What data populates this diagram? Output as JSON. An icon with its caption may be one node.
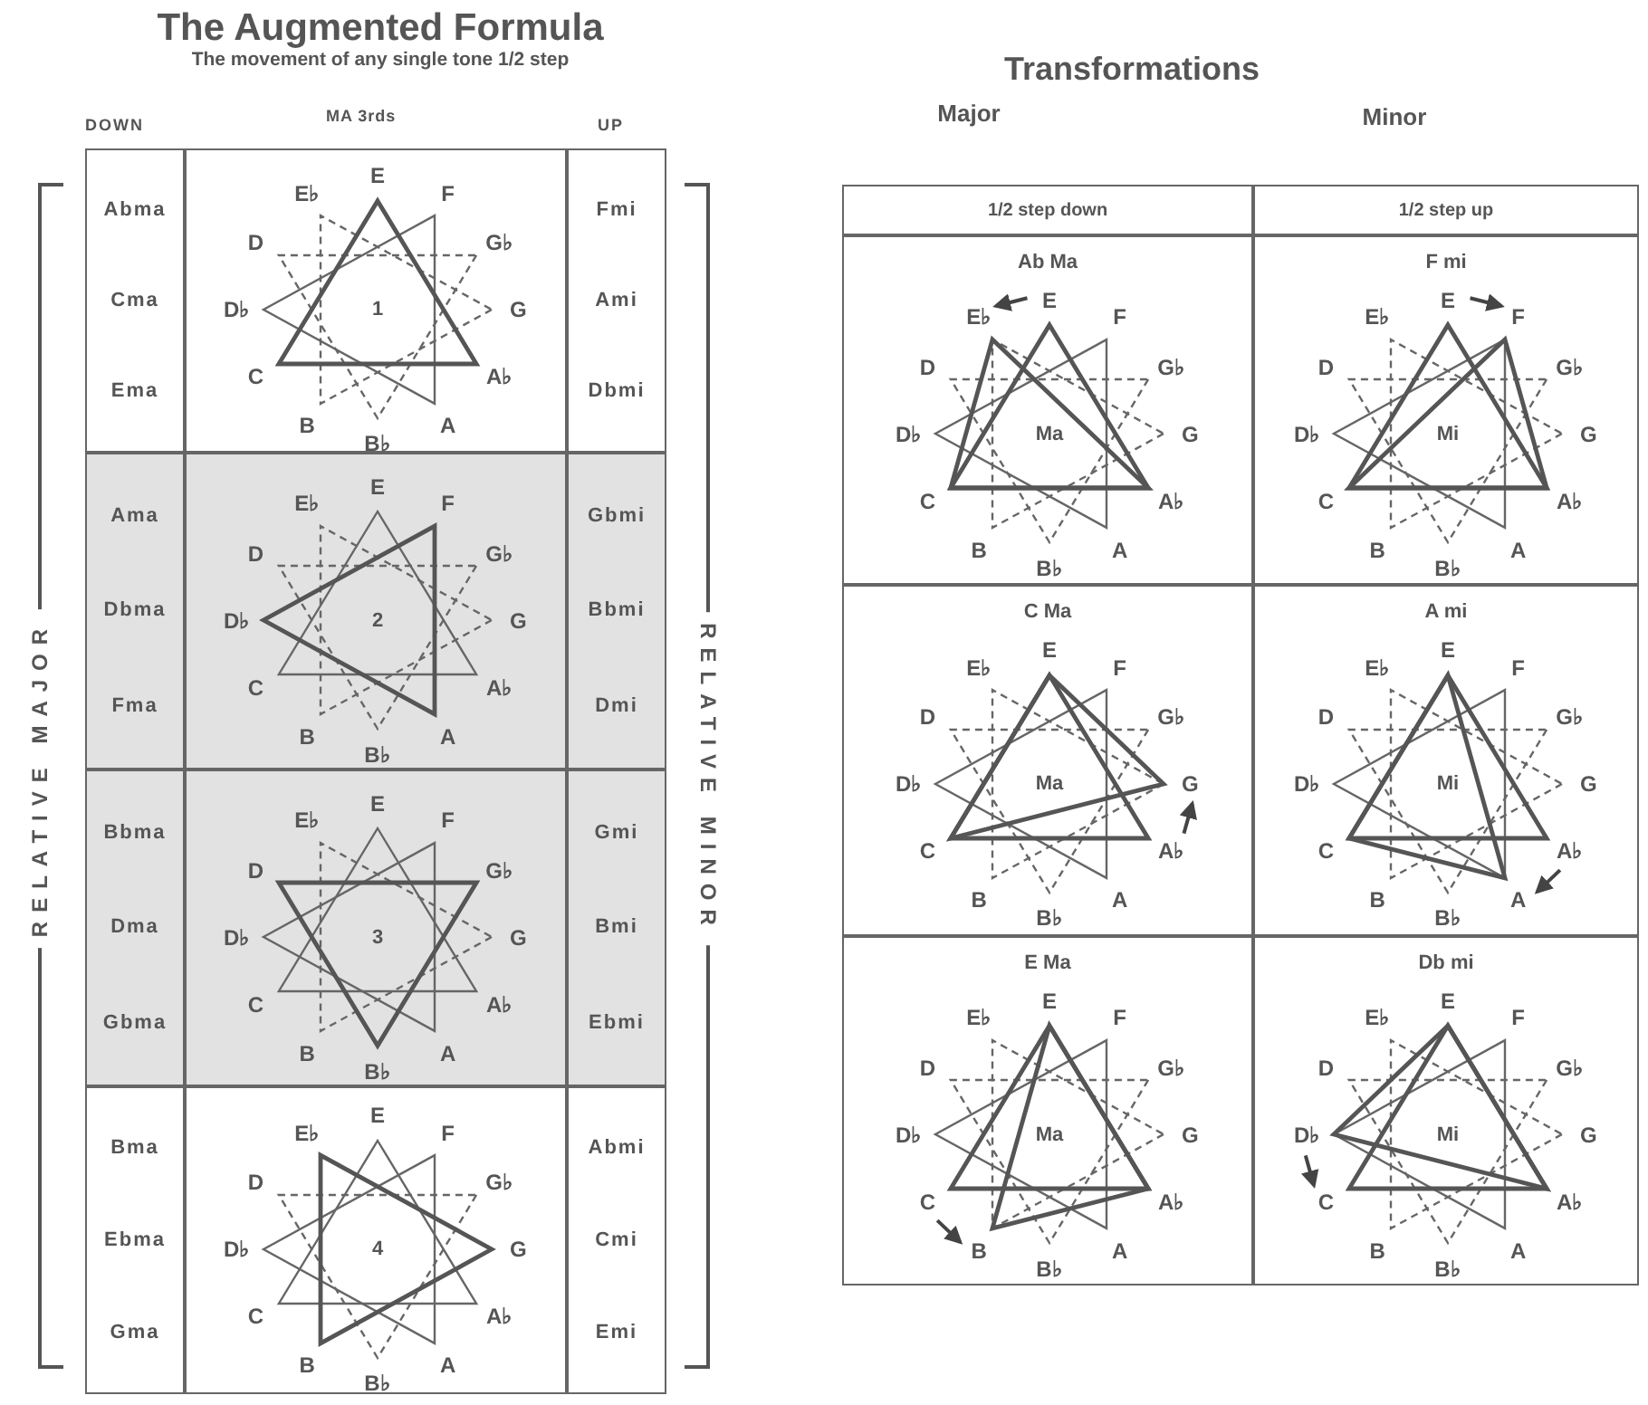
{
  "diagram": {
    "title": "The Augmented Formula",
    "nodes": [
      {
        "text": [
          "Abma",
          "Cma",
          "Ema"
        ]
      },
      {
        "text": [
          "E",
          "F",
          "G♭",
          "G",
          "A♭",
          "A",
          "B♭",
          "B",
          "C",
          "D♭",
          "D",
          "E♭",
          "1"
        ]
      },
      {
        "text": [
          "Fmi",
          "Ami",
          "Dbmi"
        ]
      },
      {
        "text": [
          "Ama",
          "Dbma",
          "Fma"
        ]
      },
      {
        "text": [
          "E",
          "F",
          "G♭",
          "G",
          "A♭",
          "A",
          "B♭",
          "B",
          "C",
          "D♭",
          "D",
          "E♭",
          "2"
        ]
      },
      {
        "text": [
          "Gbmi",
          "Bbmi",
          "Dmi"
        ]
      },
      {
        "text": [
          "Bbma",
          "Dma",
          "Gbma"
        ]
      },
      {
        "text": [
          "E",
          "F",
          "G♭",
          "G",
          "A♭",
          "A",
          "B♭",
          "B",
          "C",
          "D♭",
          "D",
          "E♭",
          "3"
        ]
      },
      {
        "text": [
          "Gmi",
          "Bmi",
          "Ebmi"
        ]
      },
      {
        "text": [
          "Bma",
          "Ebma",
          "Gma"
        ]
      },
      {
        "text": [
          "E",
          "F",
          "G♭",
          "G",
          "A♭",
          "A",
          "B♭",
          "B",
          "C",
          "D♭",
          "D",
          "E♭",
          "4"
        ]
      },
      {
        "text": [
          "Abmi",
          "Cmi",
          "Emi"
        ]
      },
      {
        "text": [
          "1/2 step down"
        ]
      },
      {
        "text": [
          "1/2 step up"
        ]
      },
      {
        "text": [
          "Ab Ma",
          "E",
          "F",
          "G♭",
          "G",
          "A♭",
          "A",
          "B♭",
          "B",
          "C",
          "D♭",
          "D",
          "E♭",
          "Ma"
        ]
      },
      {
        "text": [
          "F mi",
          "E",
          "F",
          "G♭",
          "G",
          "A♭",
          "A",
          "B♭",
          "B",
          "C",
          "D♭",
          "D",
          "E♭",
          "Mi"
        ]
      },
      {
        "text": [
          "C Ma",
          "E",
          "F",
          "G♭",
          "G",
          "A♭",
          "A",
          "B♭",
          "B",
          "C",
          "D♭",
          "D",
          "E♭",
          "Ma"
        ]
      },
      {
        "text": [
          "A mi",
          "E",
          "F",
          "G♭",
          "G",
          "A♭",
          "A",
          "B♭",
          "B",
          "C",
          "D♭",
          "D",
          "E♭",
          "Mi"
        ]
      },
      {
        "text": [
          "E Ma",
          "E",
          "F",
          "G♭",
          "G",
          "A♭",
          "A",
          "B♭",
          "B",
          "C",
          "D♭",
          "D",
          "E♭",
          "Ma"
        ]
      },
      {
        "text": [
          "Db mi",
          "E",
          "F",
          "G♭",
          "G",
          "A♭",
          "A",
          "B♭",
          "B",
          "C",
          "D♭",
          "D",
          "E♭",
          "Mi"
        ]
      }
    ],
    "labels": [
      "The movement of any single tone 1/2 step",
      "DOWN",
      "MA 3rds",
      "UP",
      "RELATIVE MAJOR",
      "RELATIVE MINOR",
      "Transformations",
      "Major",
      "Minor"
    ]
  }
}
